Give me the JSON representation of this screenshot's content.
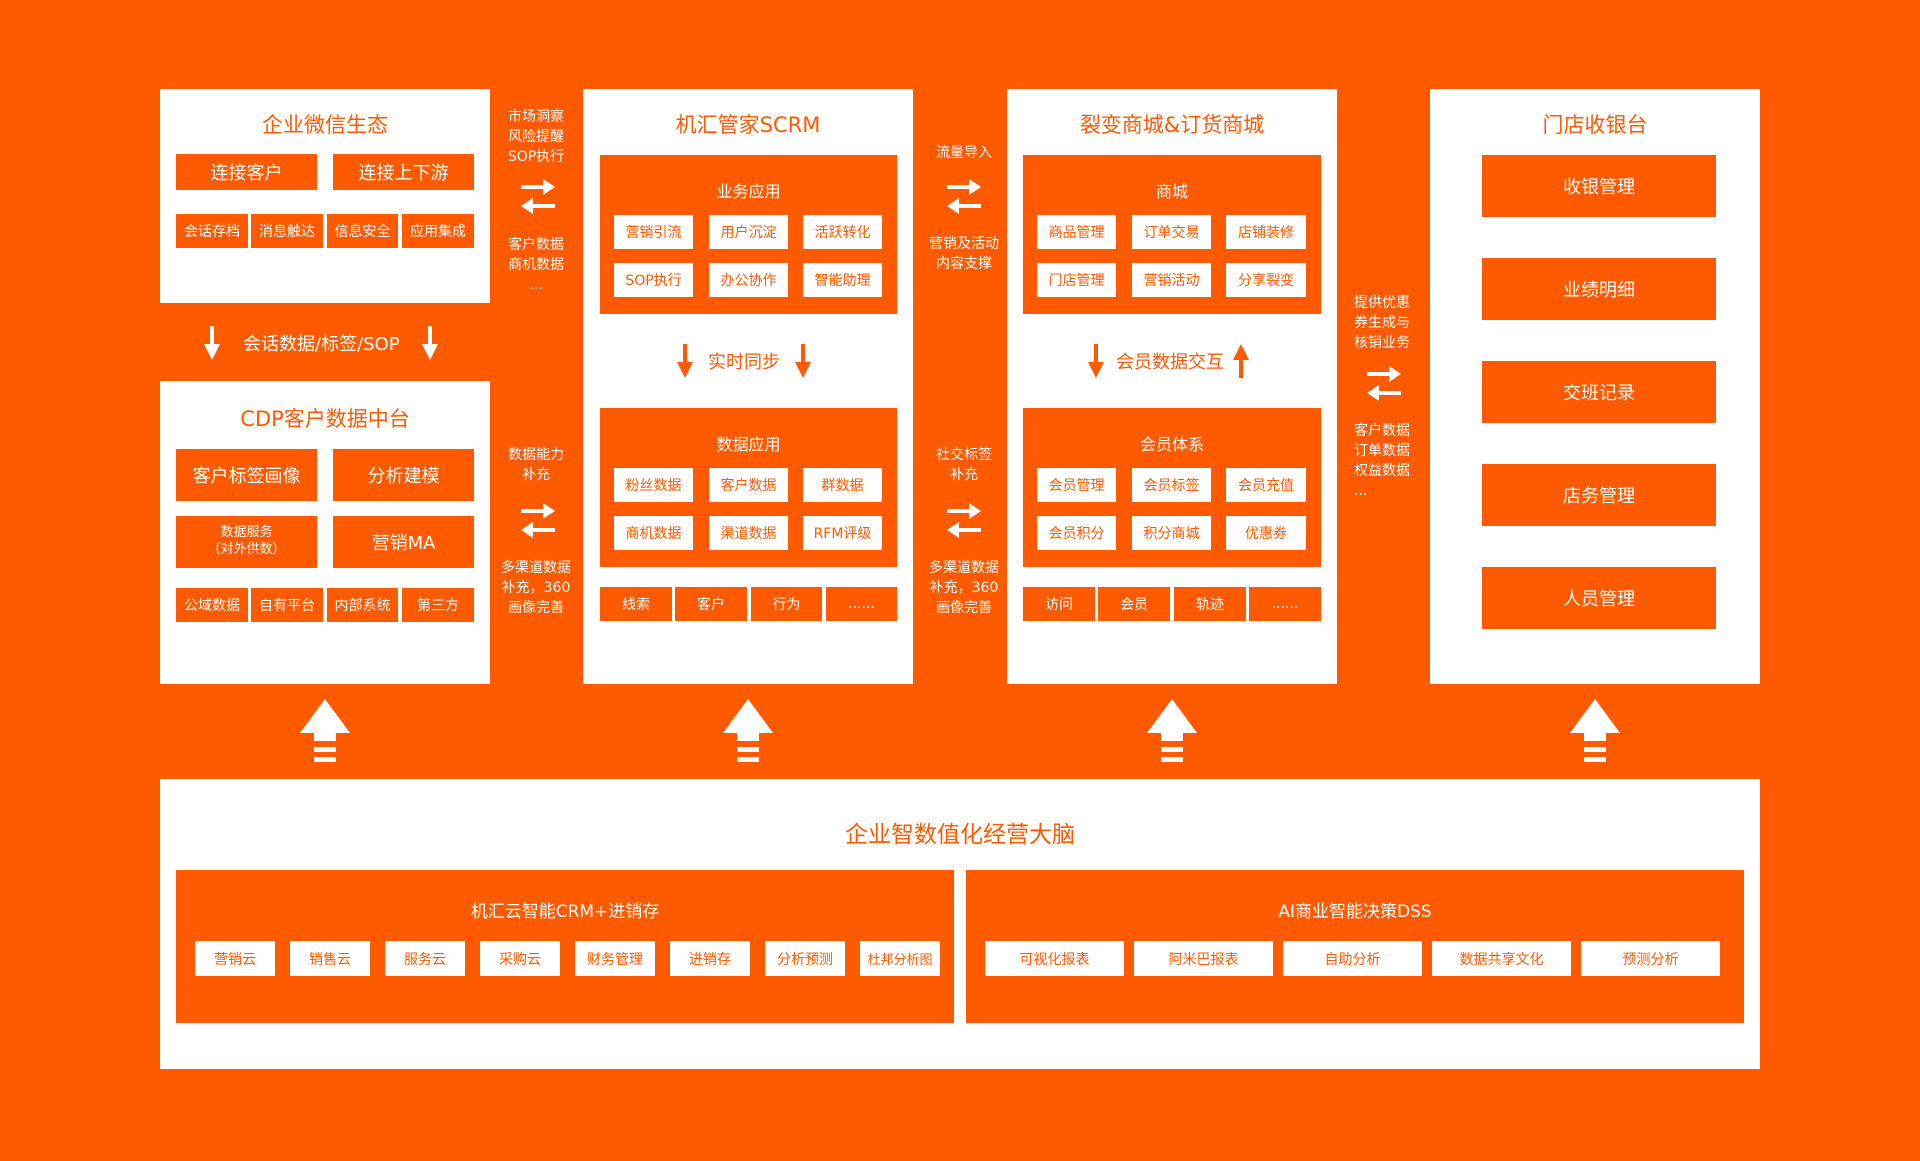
{
  "panel1": {
    "title": "企业微信生态",
    "big_buttons": [
      "连接客户",
      "连接上下游"
    ],
    "small_buttons": [
      "会话存档",
      "消息触达",
      "信息安全",
      "应用集成"
    ]
  },
  "flow1": "会话数据/标签/SOP",
  "panel2": {
    "title": "CDP客户数据中台",
    "big1": [
      "客户标签画像",
      "分析建模"
    ],
    "service": "数据服务\n（对外供数）",
    "ma": "营销MA",
    "sources": [
      "公域数据",
      "自有平台",
      "内部系统",
      "第三方"
    ]
  },
  "link1": {
    "top": "市场洞察\n风险提醒\nSOP执行",
    "bottom": "客户数据\n商机数据\n...",
    "lower_top": "数据能力\n补充",
    "lower_bottom": "多渠道数据\n补充，360\n画像完善"
  },
  "panel3": {
    "title": "机汇管家SCRM",
    "app_title": "业务应用",
    "apps": [
      "营销引流",
      "用户沉淀",
      "活跃转化",
      "SOP执行",
      "办公协作",
      "智能助理"
    ],
    "sync": "实时同步",
    "data_title": "数据应用",
    "data_apps": [
      "粉丝数据",
      "客户数据",
      "群数据",
      "商机数据",
      "渠道数据",
      "RFM评级"
    ],
    "bottom": [
      "线索",
      "客户",
      "行为",
      "......"
    ]
  },
  "link2": {
    "top": "流量导入",
    "bottom": "营销及活动\n内容支撑",
    "lower_top": "社交标签\n补充",
    "lower_bottom": "多渠道数据\n补充，360\n画像完善"
  },
  "panel4": {
    "title": "裂变商城&订货商城",
    "mall_title": "商城",
    "mall": [
      "商品管理",
      "订单交易",
      "店铺装修",
      "门店管理",
      "营销活动",
      "分享裂变"
    ],
    "interaction": "会员数据交互",
    "member_title": "会员体系",
    "member": [
      "会员管理",
      "会员标签",
      "会员充值",
      "会员积分",
      "积分商城",
      "优惠券"
    ],
    "bottom": [
      "访问",
      "会员",
      "轨迹",
      "......"
    ]
  },
  "link3": {
    "top": "提供优惠\n券生成与\n核销业务",
    "bottom": "客户数据\n订单数据\n权益数据\n..."
  },
  "panel5": {
    "title": "门店收银台",
    "items": [
      "收银管理",
      "业绩明细",
      "交班记录",
      "店务管理",
      "人员管理"
    ]
  },
  "bottom_panel": {
    "title": "企业智数值化经营大脑",
    "left_title": "机汇云智能CRM+进销存",
    "left_items": [
      "营销云",
      "销售云",
      "服务云",
      "采购云",
      "财务管理",
      "进销存",
      "分析预测",
      "杜邦分析图"
    ],
    "right_title": "AI商业智能决策DSS",
    "right_items": [
      "可视化报表",
      "阿米巴报表",
      "自助分析",
      "数据共享文化",
      "预测分析"
    ]
  },
  "colors": {
    "brand": "#FF5A00",
    "panel": "#FFFFFF"
  }
}
